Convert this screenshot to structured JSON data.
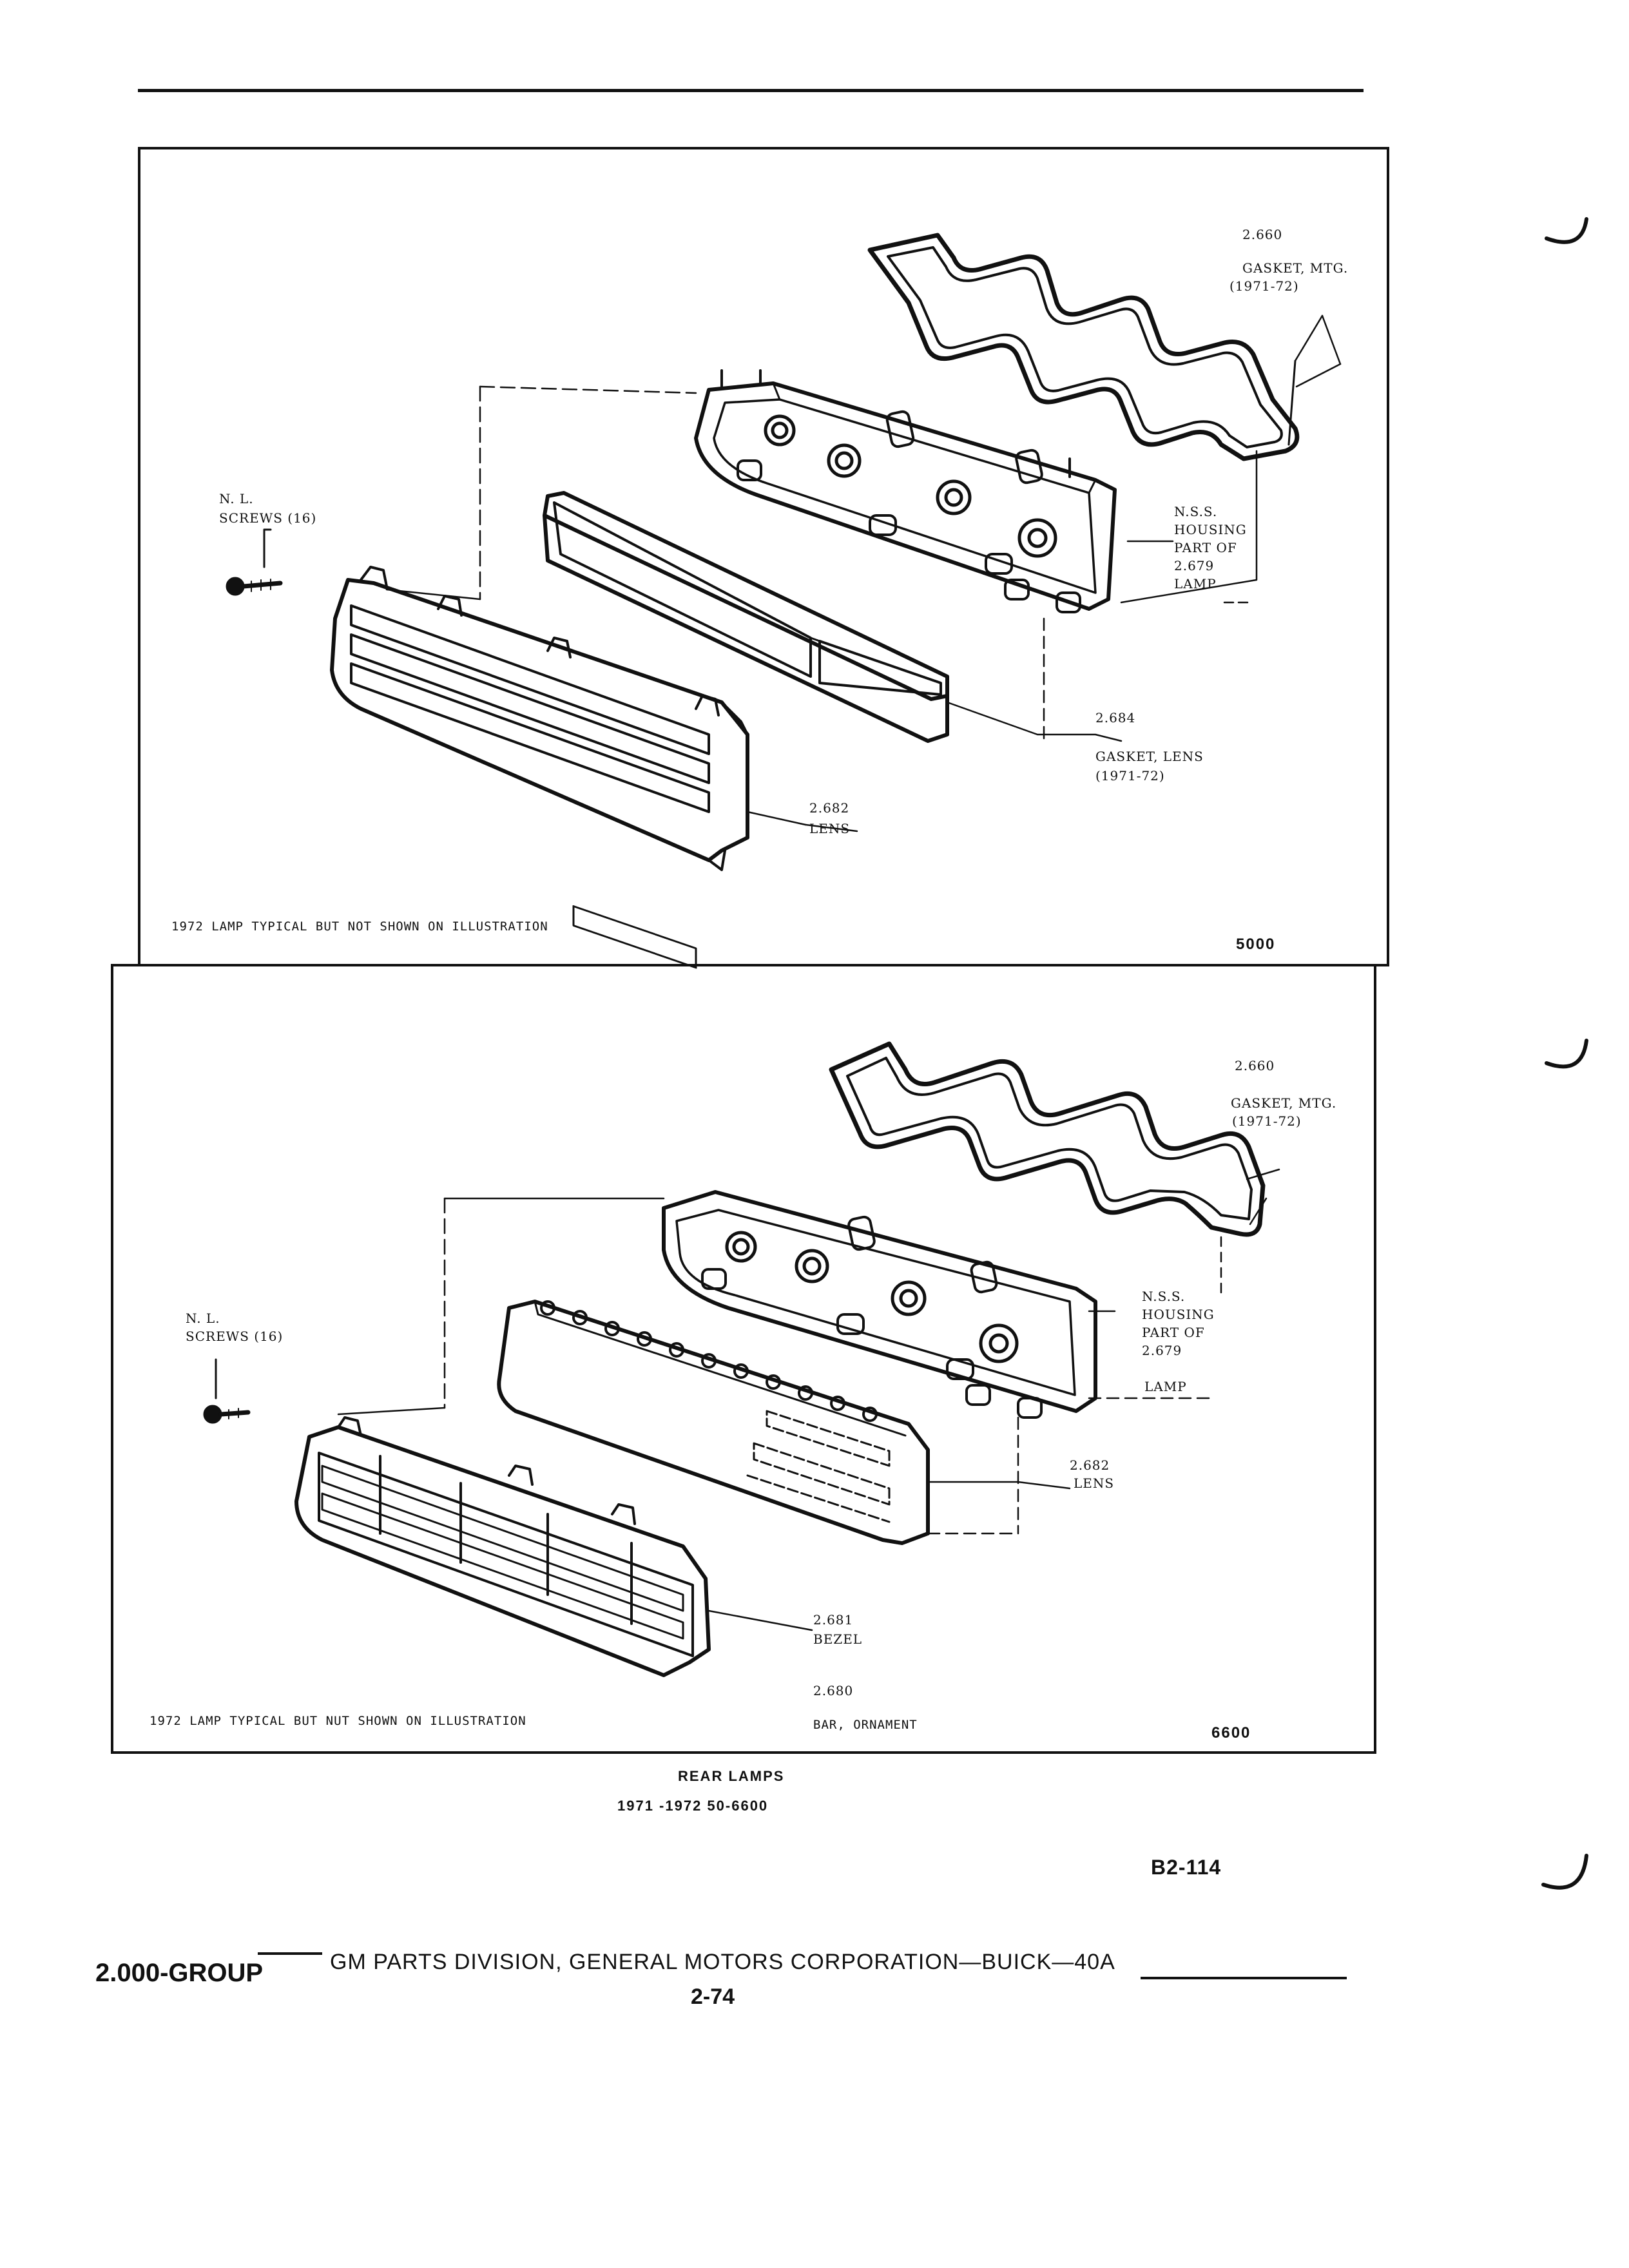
{
  "top_panel": {
    "labels": {
      "gasket_mtg_num": "2.660",
      "gasket_mtg_name": "GASKET, MTG.",
      "gasket_mtg_years": "(1971-72)",
      "screws_nl": "N. L.",
      "screws_name": "SCREWS (16)",
      "housing_nss": "N.S.S.",
      "housing_name": "HOUSING",
      "housing_part_of": "PART OF",
      "housing_num": "2.679",
      "housing_lamp": "LAMP",
      "gasket_lens_num": "2.684",
      "gasket_lens_name": "GASKET, LENS",
      "gasket_lens_years": "(1971-72)",
      "lens_num": "2.682",
      "lens_name": "LENS"
    },
    "caption": "1972 LAMP TYPICAL BUT NOT SHOWN ON ILLUSTRATION",
    "series_code": "5000"
  },
  "bottom_panel": {
    "labels": {
      "gasket_mtg_num": "2.660",
      "gasket_mtg_name": "GASKET, MTG.",
      "gasket_mtg_years": "(1971-72)",
      "screws_nl": "N. L.",
      "screws_name": "SCREWS (16)",
      "housing_nss": "N.S.S.",
      "housing_name": "HOUSING",
      "housing_part_of": "PART OF",
      "housing_num": "2.679",
      "housing_lamp": "LAMP",
      "lens_num": "2.682",
      "lens_name": "LENS",
      "bezel_num": "2.681",
      "bezel_name": "BEZEL",
      "bar_num": "2.680",
      "bar_name": "BAR, ORNAMENT"
    },
    "caption": "1972 LAMP TYPICAL BUT NUT SHOWN ON ILLUSTRATION",
    "series_code": "6600"
  },
  "figure_title": "REAR LAMPS",
  "figure_subtitle": "1971 -1972 50-6600",
  "figure_code": "B2-114",
  "footer": {
    "group": "2.000-GROUP",
    "division": "GM PARTS DIVISION, GENERAL MOTORS CORPORATION—BUICK—40A",
    "page": "2-74"
  }
}
